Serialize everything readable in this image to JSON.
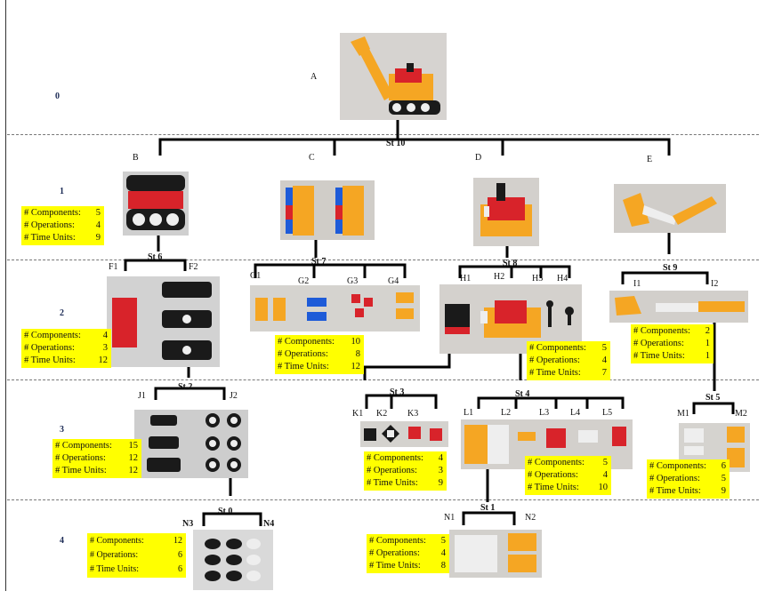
{
  "levels": [
    "0",
    "1",
    "2",
    "3",
    "4"
  ],
  "nodes": {
    "A": "A",
    "B": "B",
    "C": "C",
    "D": "D",
    "E": "E",
    "F1": "F1",
    "F2": "F2",
    "G1": "G1",
    "G2": "G2",
    "G3": "G3",
    "G4": "G4",
    "H1": "H1",
    "H2": "H2",
    "H3": "H3",
    "H4": "H4",
    "I1": "I1",
    "I2": "I2",
    "J1": "J1",
    "J2": "J2",
    "K1": "K1",
    "K2": "K2",
    "K3": "K3",
    "L1": "L1",
    "L2": "L2",
    "L3": "L3",
    "L4": "L4",
    "L5": "L5",
    "M1": "M1",
    "M2": "M2",
    "N1": "N1",
    "N2": "N2",
    "N3": "N3",
    "N4": "N4"
  },
  "stations": {
    "st10": "St 10",
    "st6": "St 6",
    "st7": "St 7",
    "st8": "St 8",
    "st9": "St 9",
    "st2": "St 2",
    "st3": "St 3",
    "st4": "St 4",
    "st5": "St 5",
    "st0": "St 0",
    "st1": "St 1"
  },
  "metric_labels": {
    "components": "# Components:",
    "operations": "# Operations:",
    "time_units": "# Time Units:"
  },
  "info_boxes": {
    "B": {
      "components": "5",
      "operations": "4",
      "time_units": "9"
    },
    "F": {
      "components": "4",
      "operations": "3",
      "time_units": "12"
    },
    "H": {
      "components": "5",
      "operations": "4",
      "time_units": "7"
    },
    "G": {
      "components": "10",
      "operations": "8",
      "time_units": "12"
    },
    "I": {
      "components": "2",
      "operations": "1",
      "time_units": "1"
    },
    "J": {
      "components": "15",
      "operations": "12",
      "time_units": "12"
    },
    "K": {
      "components": "4",
      "operations": "3",
      "time_units": "9"
    },
    "L": {
      "components": "5",
      "operations": "4",
      "time_units": "10"
    },
    "M": {
      "components": "6",
      "operations": "5",
      "time_units": "9"
    },
    "N1": {
      "components": "5",
      "operations": "4",
      "time_units": "8"
    },
    "N3": {
      "components": "12",
      "operations": "6",
      "time_units": "6"
    }
  },
  "colors": {
    "highlight": "#ffff00",
    "lego_yellow": "#f5a623",
    "lego_red": "#d8232a",
    "lego_blue": "#1e5bd8",
    "lego_black": "#1a1a1a",
    "lego_white": "#eeeeee"
  }
}
